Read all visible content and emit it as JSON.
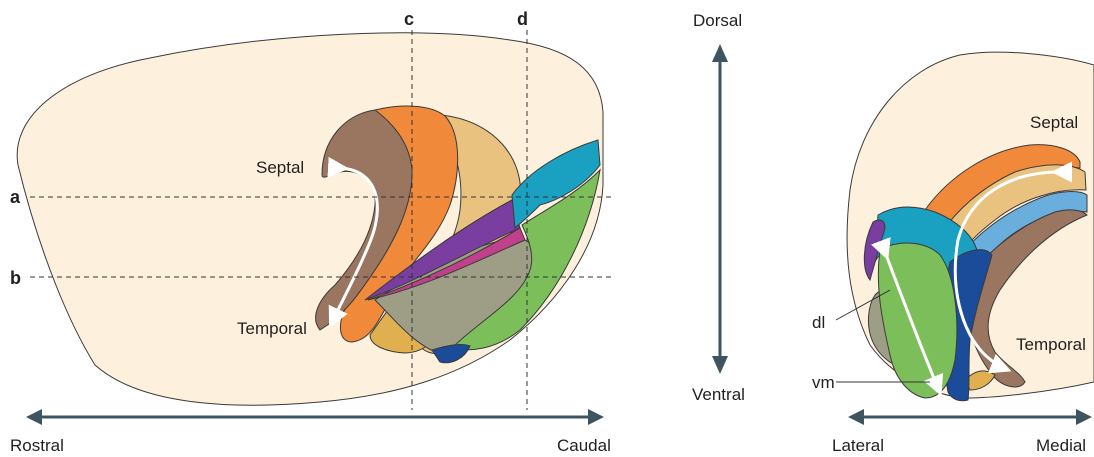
{
  "left_view": {
    "section_labels": {
      "a": "a",
      "b": "b",
      "c": "c",
      "d": "d"
    },
    "region_labels": {
      "septal": "Septal",
      "temporal": "Temporal"
    },
    "axis": {
      "start": "Rostral",
      "end": "Caudal"
    }
  },
  "middle_axis": {
    "top": "Dorsal",
    "bottom": "Ventral"
  },
  "right_view": {
    "region_labels": {
      "septal": "Septal",
      "temporal": "Temporal",
      "dl": "dl",
      "vm": "vm"
    },
    "axis": {
      "start": "Lateral",
      "end": "Medial"
    }
  },
  "colors": {
    "brain": "#fdf0dc",
    "brown": "#9a7560",
    "orange": "#f08a3a",
    "tan": "#e9c27f",
    "mustard": "#e0b050",
    "teal": "#1aa0c0",
    "purple": "#7a3ea0",
    "magenta": "#c0408c",
    "olive": "#9e9e86",
    "green": "#7cbf5a",
    "navy": "#1a4c9a",
    "lightblue": "#6aaede",
    "axis": "#3c5561"
  }
}
